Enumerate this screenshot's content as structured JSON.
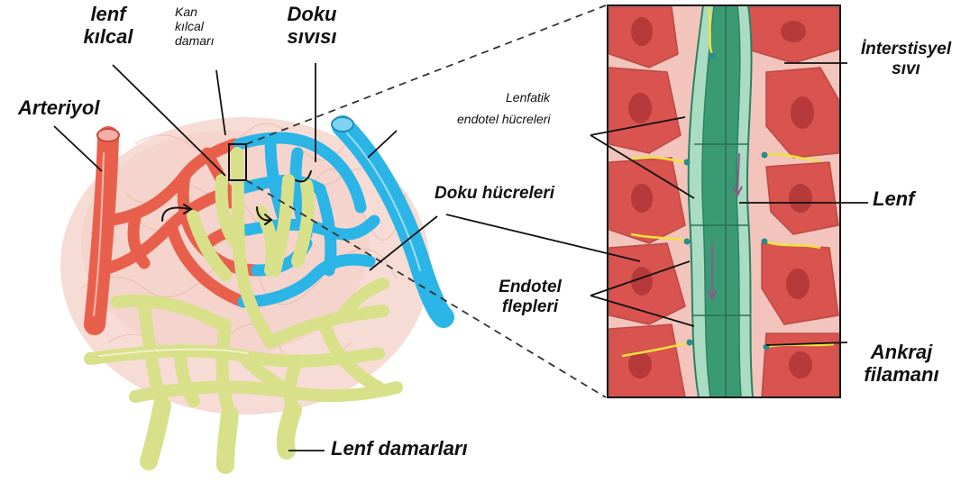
{
  "labels": {
    "arteriyol": "Arteriyol",
    "lenf_kilcal_1": "lenf",
    "lenf_kilcal_2": "kılcal",
    "kan_kilcal_1": "Kan",
    "kan_kilcal_2": "kılcal",
    "kan_kilcal_3": "damarı",
    "doku_sivisi_1": "Doku",
    "doku_sivisi_2": "sıvısı",
    "lenf_damarlari": "Lenf damarları",
    "lenfatik_1": "Lenfatik",
    "lenfatik_2": "endotel hücreleri",
    "doku_hucreleri": "Doku hücreleri",
    "endotel_1": "Endotel",
    "endotel_2": "flepleri",
    "interstisyel_1": "İnterstisyel",
    "interstisyel_2": "sıvı",
    "lenf": "Lenf",
    "ankraj_1": "Ankraj",
    "ankraj_2": "filamanı"
  },
  "colors": {
    "artery": "#e8604c",
    "vein": "#2bb5e6",
    "lymph": "#d8e08a",
    "tissue_bg": "#f6d9d2",
    "cell": "#d9534f",
    "cell_nucleus": "#b73a3a",
    "lymph_vessel": "#3a9a74",
    "lymph_endothelium": "#a9dcc2",
    "anchor": "#f2e23a"
  }
}
